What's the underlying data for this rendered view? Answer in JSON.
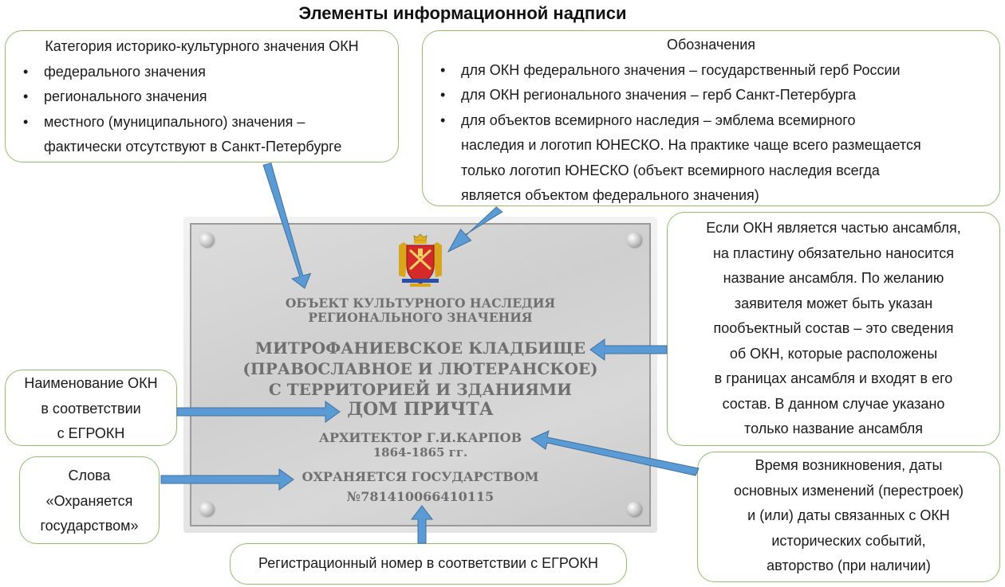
{
  "title": "Элементы информационной надписи",
  "category_box": {
    "heading": "Категория историко-культурного значения ОКН",
    "items": [
      "федерального значения",
      "регионального значения",
      "местного (муниципального) значения –",
      "фактически отсутствуют в Санкт-Петербурге"
    ]
  },
  "symbols_box": {
    "heading": "Обозначения",
    "items": [
      "для ОКН федерального значения – государственный герб России",
      "для ОКН регионального значения – герб Санкт-Петербурга",
      "для объектов всемирного наследия – эмблема всемирного",
      "наследия и логотип ЮНЕСКО. На практике чаще всего размещается",
      "только логотип ЮНЕСКО (объект всемирного наследия всегда",
      "является объектом федерального значения)"
    ]
  },
  "ensemble_box": {
    "lines": [
      "Если ОКН является частью ансамбля,",
      "на пластину обязательно наносится",
      "название ансамбля. По желанию",
      "заявителя может быть указан",
      "пообъектный состав – это сведения",
      "об ОКН, которые расположены",
      "в границах ансамбля и входят в его",
      "состав. В данном случае указано",
      "только название ансамбля"
    ]
  },
  "name_box": {
    "lines": [
      "Наименование ОКН",
      "в соответствии",
      "с ЕГРОКН"
    ]
  },
  "words_box": {
    "lines": [
      "Слова",
      "«Охраняется",
      "государством»"
    ]
  },
  "dates_box": {
    "lines": [
      "Время возникновения, даты",
      "основных изменений (перестроек)",
      "и (или) даты связанных с ОКН",
      "исторических событий,",
      "авторство (при наличии)"
    ]
  },
  "regnum_box": {
    "text": "Регистрационный номер в соответствии с ЕГРОКН"
  },
  "plaque": {
    "category_lines": [
      "ОБЪЕКТ КУЛЬТУРНОГО НАСЛЕДИЯ",
      "РЕГИОНАЛЬНОГО ЗНАЧЕНИЯ"
    ],
    "name_lines": [
      "МИТРОФАНИЕВСКОЕ КЛАДБИЩЕ",
      "(ПРАВОСЛАВНОЕ И ЛЮТЕРАНСКОЕ)",
      "С ТЕРРИТОРИЕЙ И ЗДАНИЯМИ"
    ],
    "house": "ДОМ ПРИЧТА",
    "architect": "АРХИТЕКТОР Г.И.КАРПОВ",
    "dates": "1864-1865 гг.",
    "protected": "ОХРАНЯЕТСЯ ГОСУДАРСТВОМ",
    "number": "№781410066410115",
    "emblem_icon": "saint-petersburg-coat-of-arms"
  },
  "colors": {
    "arrow": "#5b9bd5",
    "arrow_outline": "#41719c",
    "box_border": "#8fbf6a",
    "plaque_text": "#6f6f6f",
    "emblem_red": "#d42a2a"
  }
}
